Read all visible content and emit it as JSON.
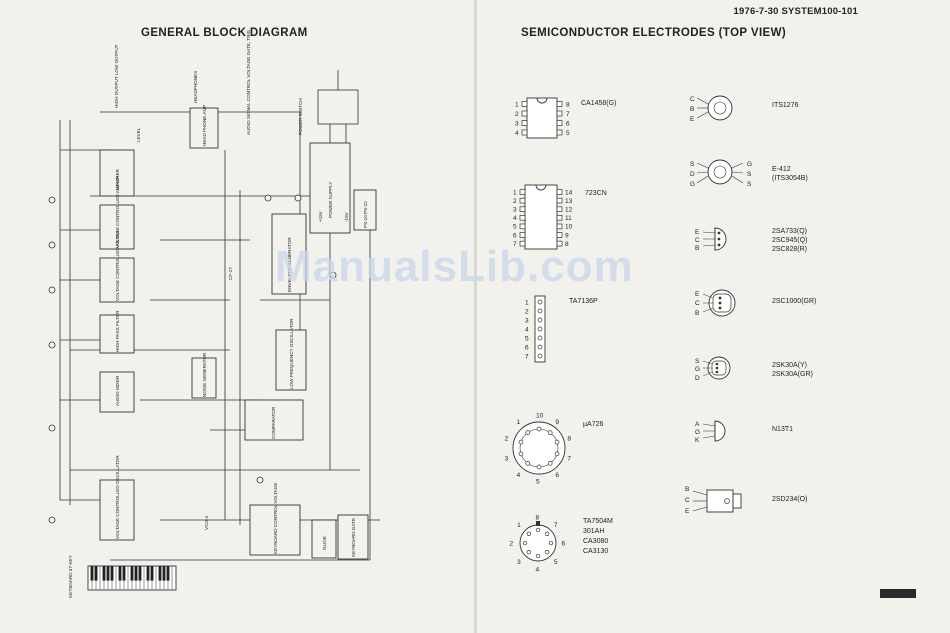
{
  "header": {
    "code": "1976-7-30 SYSTEM100-101"
  },
  "left_page": {
    "title": "GENERAL BLOCK DIAGRAM",
    "blocks": [
      {
        "id": "mixer",
        "label": "MIXER"
      },
      {
        "id": "hpamp",
        "label": "HEAD PHONE AMP"
      },
      {
        "id": "vca",
        "label": "VOLTAGE CONTROLLED AMPLIFIER"
      },
      {
        "id": "vcf",
        "label": "VOLTAGE CONTROLLED FILTER"
      },
      {
        "id": "hpf",
        "label": "HIGH PASS FILTER"
      },
      {
        "id": "amixer",
        "label": "AUDIO MIXER"
      },
      {
        "id": "vco",
        "label": "VOLTAGE CONTROLLED OSCILLATOR"
      },
      {
        "id": "noise",
        "label": "NOISE GENERATOR"
      },
      {
        "id": "lfo",
        "label": "LOW FREQUENCY OSCILLATOR"
      },
      {
        "id": "env",
        "label": "ENVELOPE GENERATOR"
      },
      {
        "id": "comp",
        "label": "COMPARATOR"
      },
      {
        "id": "kbcv",
        "label": "KEYBOARD CONTROL VOLTAGE"
      },
      {
        "id": "glide",
        "label": "GLIDE"
      },
      {
        "id": "kbgate",
        "label": "KEYBOARD GATE"
      },
      {
        "id": "power",
        "label": "POWER SUPPLY"
      },
      {
        "id": "ps",
        "label": "PS-10 PS-22"
      },
      {
        "id": "keyboard",
        "label": "KEYBOARD 37-KEY"
      }
    ],
    "labels": {
      "headphones": "HEADPHONES",
      "outputs": "HIGH OUTPUT LOW OUTPUT",
      "audio_sig": "AUDIO SIGNAL CONTROL VOLTAGE GATE, TRIG",
      "power_switch": "POWER SWITCH",
      "vcf_section": "CF-27",
      "vco_section": "VCO-4",
      "plus15": "+15V",
      "minus15": "-15V",
      "level": "LEVEL"
    }
  },
  "right_page": {
    "title": "SEMICONDUCTOR ELECTRODES (TOP VIEW)",
    "ic_labels": [
      "CA1458(G)",
      "723CN",
      "TA7136P",
      "µA726"
    ],
    "can_labels": [
      "TA7504M",
      "301AH",
      "CA3080",
      "CA3130"
    ],
    "transistors": [
      {
        "name": "ITS1276",
        "pins": [
          "C",
          "B",
          "E"
        ]
      },
      {
        "name": "E-412",
        "name2": "(ITS3054B)",
        "pins_left": [
          "S",
          "D",
          "G"
        ],
        "pins_right": [
          "G",
          "S",
          "S"
        ]
      },
      {
        "name": "2SA733(Q)",
        "name2": "2SC945(Q)",
        "name3": "2SC828(R)",
        "pins": [
          "E",
          "C",
          "B"
        ]
      },
      {
        "name": "2SC1000(GR)",
        "pins": [
          "E",
          "C",
          "B"
        ]
      },
      {
        "name": "2SK30A(Y)",
        "name2": "2SK30A(GR)",
        "pins": [
          "S",
          "G",
          "D"
        ]
      },
      {
        "name": "N13T1",
        "pins": [
          "A",
          "G",
          "K"
        ]
      },
      {
        "name": "2SD234(O)",
        "pins": [
          "B",
          "C",
          "E"
        ]
      }
    ],
    "pins_8": [
      "1",
      "2",
      "3",
      "4",
      "5",
      "6",
      "7",
      "8"
    ],
    "pins_14": [
      "1",
      "2",
      "3",
      "4",
      "5",
      "6",
      "7",
      "8",
      "9",
      "10",
      "11",
      "12",
      "13",
      "14"
    ],
    "pins_10": [
      "1",
      "2",
      "3",
      "4",
      "5",
      "6",
      "7",
      "8",
      "9",
      "10"
    ]
  },
  "watermark": "ManualsLib.com"
}
